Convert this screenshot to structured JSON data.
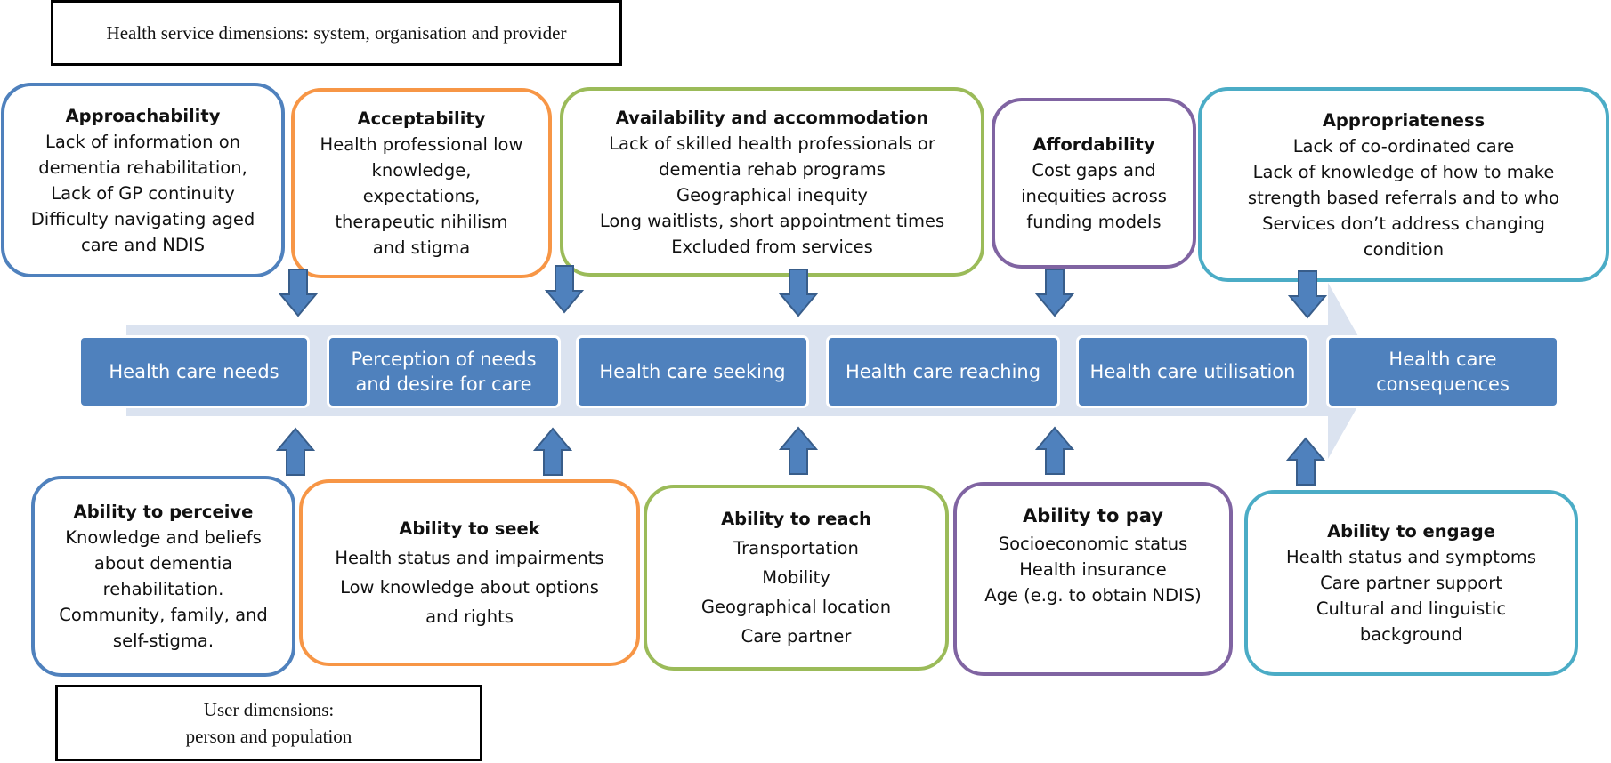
{
  "labels": {
    "system": "Health service dimensions: system, organisation and provider",
    "user_line1": "User dimensions:",
    "user_line2": "person and population"
  },
  "stages": [
    {
      "lines": [
        "Health care needs"
      ]
    },
    {
      "lines": [
        "Perception of needs",
        "and desire for care"
      ]
    },
    {
      "lines": [
        "Health care seeking"
      ]
    },
    {
      "lines": [
        "Health care reaching"
      ]
    },
    {
      "lines": [
        "Health care utilisation"
      ]
    },
    {
      "lines": [
        "Health care",
        "consequences"
      ]
    }
  ],
  "top_cards": [
    {
      "title": "Approachability",
      "lines": [
        "Lack of information on",
        "dementia rehabilitation,",
        "Lack of GP continuity",
        "Difficulty navigating aged",
        "care and NDIS"
      ]
    },
    {
      "title": "Acceptability",
      "lines": [
        "Health professional low",
        "knowledge,",
        "expectations,",
        "therapeutic nihilism",
        "and stigma"
      ]
    },
    {
      "title": "Availability and accommodation",
      "lines": [
        "Lack of skilled health professionals or",
        "dementia rehab programs",
        "Geographical inequity",
        "Long waitlists, short appointment times",
        "Excluded from services"
      ]
    },
    {
      "title": "Affordability",
      "lines": [
        "Cost gaps and",
        "inequities across",
        "funding models"
      ]
    },
    {
      "title": "Appropriateness",
      "lines": [
        "Lack of co-ordinated care",
        "Lack of knowledge of how to make",
        "strength based referrals and to who",
        "Services don’t address changing",
        "condition"
      ]
    }
  ],
  "bottom_cards": [
    {
      "title": "Ability to perceive",
      "lines": [
        "Knowledge and beliefs",
        "about dementia",
        "rehabilitation.",
        "Community, family, and",
        "self-stigma."
      ]
    },
    {
      "title": "Ability to seek",
      "lines": [
        "Health status and impairments",
        "Low knowledge about options",
        "and rights"
      ]
    },
    {
      "title": "Ability to reach",
      "lines": [
        "Transportation",
        "Mobility",
        "Geographical location",
        "Care partner"
      ]
    },
    {
      "title": "Ability to pay",
      "lines": [
        "Socioeconomic status",
        "Health insurance",
        "Age (e.g. to obtain NDIS)"
      ]
    },
    {
      "title": "Ability to engage",
      "lines": [
        "Health status and symptoms",
        "Care partner support",
        "Cultural and linguistic",
        "background"
      ]
    }
  ],
  "colors": {
    "stage_fill": "#4f81bd",
    "flow_arrow": "#dbe3f0",
    "blue": "#4f81bd",
    "orange": "#f79646",
    "green": "#9bbb59",
    "purple": "#8064a2",
    "teal": "#4bacc6"
  }
}
